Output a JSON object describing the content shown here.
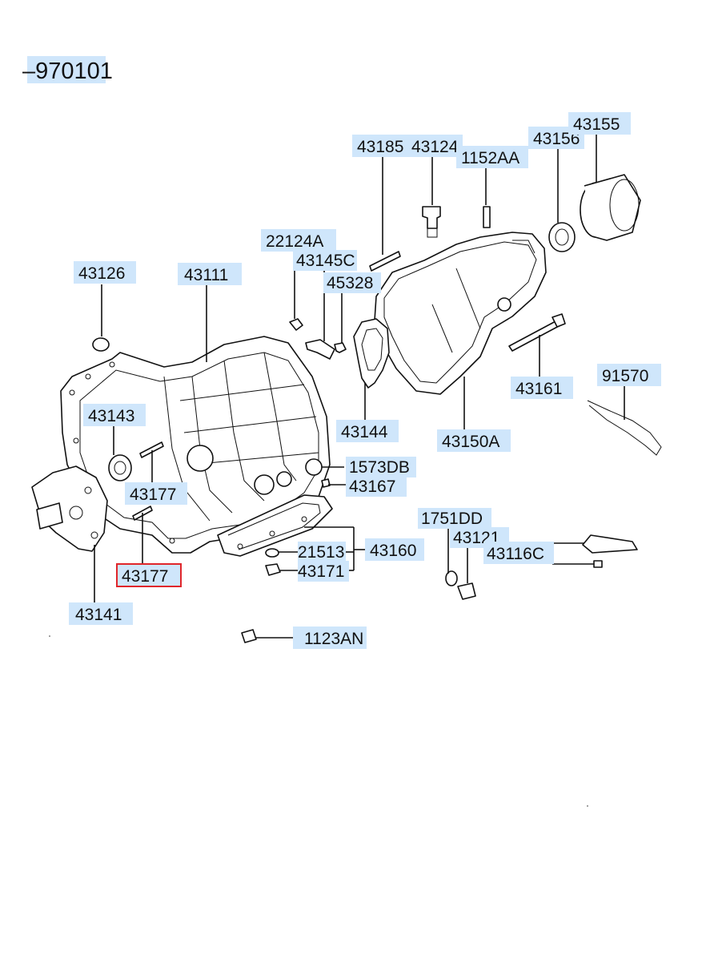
{
  "diagram": {
    "title": "–970101",
    "highlighted_part": "43177",
    "colors": {
      "callout_fill": "#cfe6fb",
      "highlight_stroke": "#e0262b",
      "line": "#111111"
    },
    "callouts": [
      {
        "id": "43185",
        "label": "43185"
      },
      {
        "id": "43124",
        "label": "43124"
      },
      {
        "id": "1152AA",
        "label": "1152AA"
      },
      {
        "id": "43156",
        "label": "43156"
      },
      {
        "id": "43155",
        "label": "43155"
      },
      {
        "id": "22124A",
        "label": "22124A"
      },
      {
        "id": "43145C",
        "label": "43145C"
      },
      {
        "id": "45328",
        "label": "45328"
      },
      {
        "id": "43126",
        "label": "43126"
      },
      {
        "id": "43111",
        "label": "43111"
      },
      {
        "id": "43161",
        "label": "43161"
      },
      {
        "id": "91570",
        "label": "91570"
      },
      {
        "id": "43143",
        "label": "43143"
      },
      {
        "id": "43144",
        "label": "43144"
      },
      {
        "id": "43150A",
        "label": "43150A"
      },
      {
        "id": "1573DB",
        "label": "1573DB"
      },
      {
        "id": "43167",
        "label": "43167"
      },
      {
        "id": "43177a",
        "label": "43177"
      },
      {
        "id": "1751DD",
        "label": "1751DD"
      },
      {
        "id": "43121",
        "label": "43121"
      },
      {
        "id": "43116C",
        "label": "43116C"
      },
      {
        "id": "21513",
        "label": "21513"
      },
      {
        "id": "43160",
        "label": "43160"
      },
      {
        "id": "43171",
        "label": "43171"
      },
      {
        "id": "43177b",
        "label": "43177"
      },
      {
        "id": "43141",
        "label": "43141"
      },
      {
        "id": "1123AN",
        "label": "1123AN"
      }
    ]
  }
}
